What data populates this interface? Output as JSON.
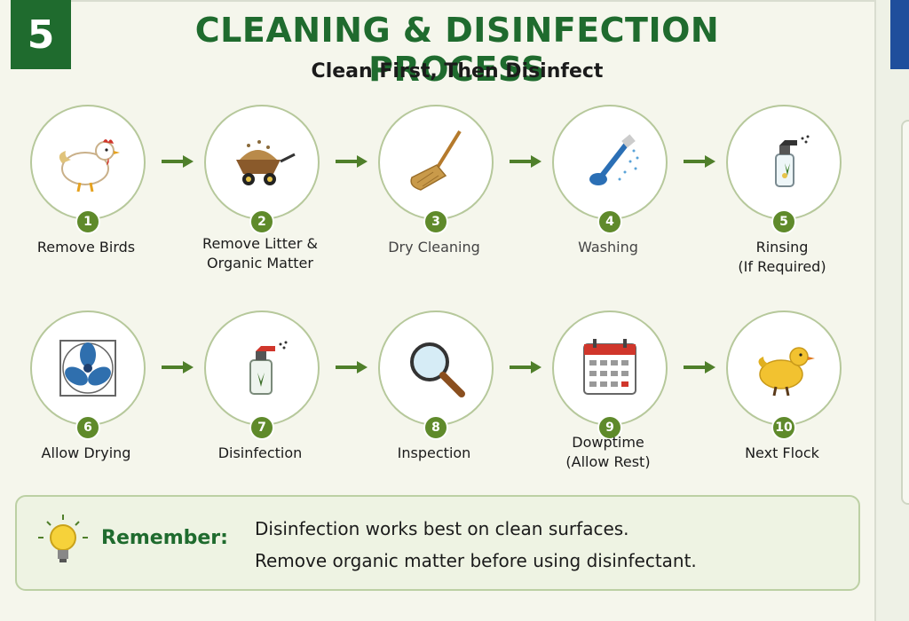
{
  "header": {
    "section_number": "5",
    "title": "CLEANING & DISINFECTION PROCESS",
    "subtitle": "Clean First, Then Disinfect"
  },
  "steps": [
    {
      "number": "1",
      "label": "Remove Birds",
      "icon": "chicken-icon"
    },
    {
      "number": "2",
      "label": "Remove Litter &\nOrganic Matter",
      "icon": "wheelbarrow-icon"
    },
    {
      "number": "3",
      "label": "Dry Cleaning",
      "icon": "broom-icon"
    },
    {
      "number": "4",
      "label": "Washing",
      "icon": "pressure-washer-icon"
    },
    {
      "number": "5",
      "label": "Rinsing\n(If Required)",
      "icon": "spray-bottle-icon"
    },
    {
      "number": "6",
      "label": "Allow Drying",
      "icon": "fan-icon"
    },
    {
      "number": "7",
      "label": "Disinfection",
      "icon": "disinfectant-spray-icon"
    },
    {
      "number": "8",
      "label": "Inspection",
      "icon": "magnifying-glass-icon"
    },
    {
      "number": "9",
      "label": "Dowptime\n(Allow Rest)",
      "icon": "calendar-icon"
    },
    {
      "number": "10",
      "label": "Next Flock",
      "icon": "yellow-chick-icon"
    }
  ],
  "remember": {
    "label": "Remember:",
    "line1": "Disinfection works best on clean surfaces.",
    "line2": "Remove organic matter before using disinfectant.",
    "icon": "lightbulb-icon"
  },
  "colors": {
    "primary_green": "#1f6b2e",
    "badge_green": "#5f8a2b",
    "arrow_green": "#4f7f2a",
    "circle_border": "#b6c89b",
    "panel_bg": "#f5f6ec"
  }
}
